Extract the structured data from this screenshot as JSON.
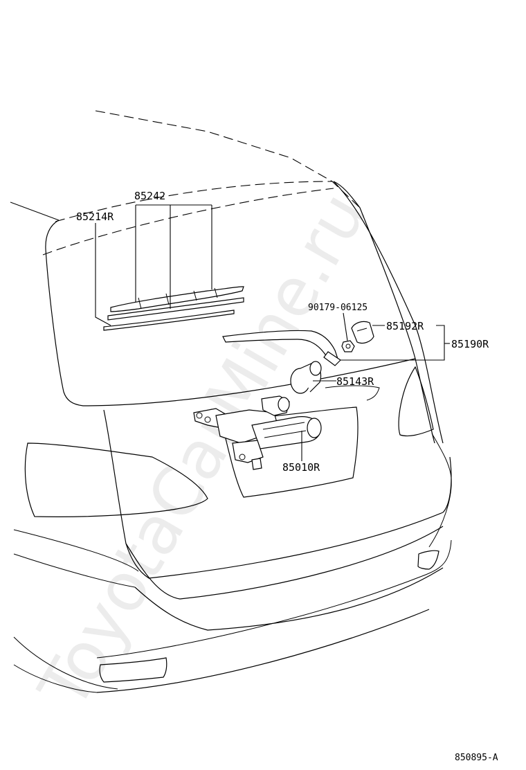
{
  "diagram": {
    "watermark": "ToyotaCarMine.ru",
    "figure_id": "850895-A",
    "labels": {
      "blade_insert": "85214R",
      "blade_assy": "85242",
      "nut": "90179-06125",
      "cap": "85192R",
      "arm": "85190R",
      "pivot_cap": "85143R",
      "motor": "85010R"
    }
  }
}
